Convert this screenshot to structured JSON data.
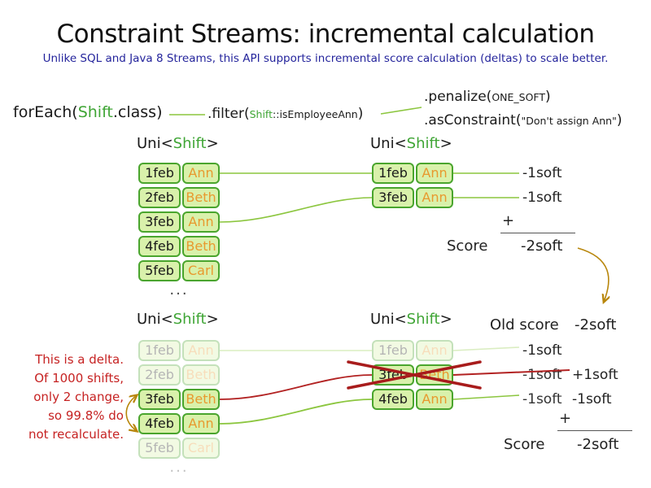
{
  "title": "Constraint Streams: incremental calculation",
  "subtitle": "Unlike SQL and Java 8 Streams, this API supports incremental score calculation (deltas) to scale better.",
  "code": {
    "foreach_pre": "forEach(",
    "foreach_arg": "Shift",
    "foreach_post": ".class)",
    "filter_pre": ".filter(",
    "filter_arg_type": "Shift",
    "filter_arg_rest": "::isEmployeeAnn",
    "filter_post": ")",
    "penalize_pre": ".penalize(",
    "penalize_arg": "ONE_SOFT",
    "penalize_post": ")",
    "asconstraint_pre": ".asConstraint(",
    "asconstraint_arg": "\"Don't assign Ann\"",
    "asconstraint_post": ")"
  },
  "uni_header": {
    "pre": "Uni<",
    "type": "Shift",
    "post": ">"
  },
  "ellipsis": "...",
  "top": {
    "left_rows": [
      {
        "date": "1feb",
        "name": "Ann"
      },
      {
        "date": "2feb",
        "name": "Beth"
      },
      {
        "date": "3feb",
        "name": "Ann"
      },
      {
        "date": "4feb",
        "name": "Beth"
      },
      {
        "date": "5feb",
        "name": "Carl"
      }
    ],
    "right_rows": [
      {
        "date": "1feb",
        "name": "Ann"
      },
      {
        "date": "3feb",
        "name": "Ann"
      }
    ],
    "row_scores": [
      "-1soft",
      "-1soft"
    ],
    "plus": "+",
    "score_label": "Score",
    "score_value": "-2soft"
  },
  "bottom": {
    "old_score_label": "Old score",
    "old_score_value": "-2soft",
    "left_rows": [
      {
        "date": "1feb",
        "name": "Ann"
      },
      {
        "date": "2feb",
        "name": "Beth"
      },
      {
        "date": "3feb",
        "name": "Beth"
      },
      {
        "date": "4feb",
        "name": "Ann"
      },
      {
        "date": "5feb",
        "name": "Carl"
      }
    ],
    "right_rows": [
      {
        "date": "1feb",
        "name": "Ann"
      },
      {
        "date": "3feb",
        "name": "Beth"
      },
      {
        "date": "4feb",
        "name": "Ann"
      }
    ],
    "row_scores": [
      {
        "old": "-1soft"
      },
      {
        "old": "-1soft",
        "delta": "+1soft"
      },
      {
        "old": "-1soft",
        "delta": "-1soft"
      }
    ],
    "plus": "+",
    "score_label": "Score",
    "score_value": "-2soft",
    "note_lines": [
      "This is a delta.",
      "Of 1000 shifts,",
      "only 2 change,",
      "so 99.8% do",
      "not recalculate."
    ]
  },
  "colors": {
    "accent_green": "#3fa535",
    "cell_border": "#4aa52e",
    "cell_bg": "#d9f1ab",
    "name_orange": "#e8992e",
    "connector_green": "#8cc63f",
    "subtitle_navy": "#24249c",
    "delta_red": "#c62222",
    "cross_red": "#a81c1c",
    "gold": "#b8860b",
    "faded_gray": "#b3b3b3"
  }
}
